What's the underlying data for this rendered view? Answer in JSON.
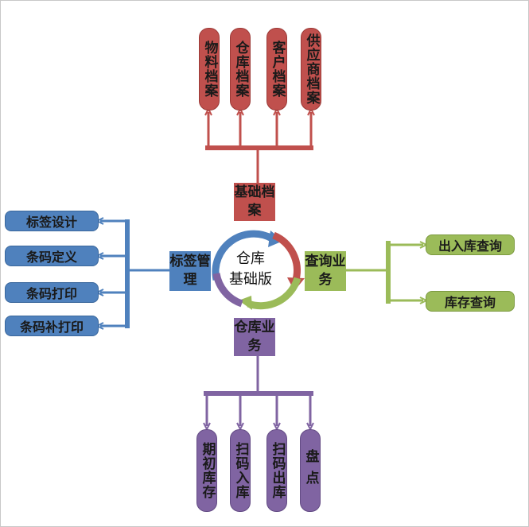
{
  "center": {
    "line1": "仓库",
    "line2": "基础版"
  },
  "hubs": {
    "top": "基础档案",
    "left": "标签管理",
    "right": "查询业务",
    "bottom": "仓库业务"
  },
  "top_items": [
    "物料档案",
    "仓库档案",
    "客户档案",
    "供应商档案"
  ],
  "left_items": [
    "标签设计",
    "条码定义",
    "条码打印",
    "条码补打印"
  ],
  "right_items": [
    "出入库查询",
    "库存查询"
  ],
  "bottom_items": [
    "期初库存",
    "扫码入库",
    "扫码出库",
    "盘点"
  ],
  "colors": {
    "red": "#c0504d",
    "blue": "#4f81bd",
    "green": "#9bbb59",
    "purple": "#8064a2"
  }
}
